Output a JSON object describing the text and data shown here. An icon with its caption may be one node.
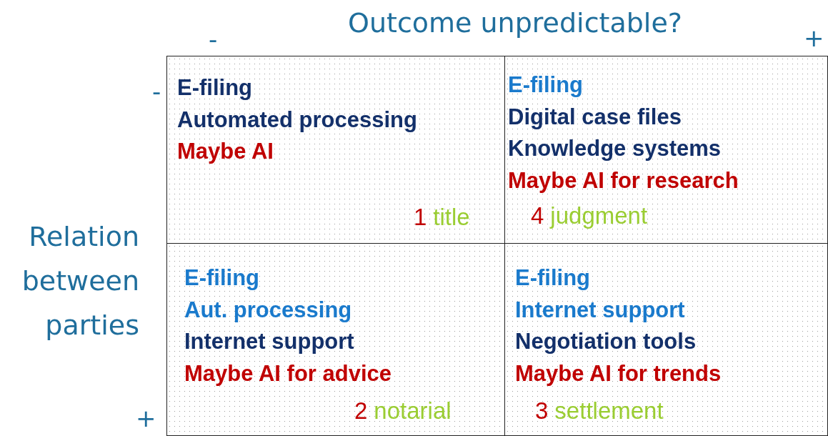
{
  "diagram": {
    "nodes": [
      {
        "text": [
          "E-filing",
          "Automated processing",
          "Maybe AI",
          "1",
          "title"
        ]
      },
      {
        "text": [
          "E-filing",
          "Digital case files",
          "Knowledge systems",
          "Maybe AI for research",
          "4",
          "judgment"
        ]
      },
      {
        "text": [
          "E-filing",
          "Aut. processing",
          "Internet support",
          "Maybe AI for advice",
          "2",
          "notarial"
        ]
      },
      {
        "text": [
          "E-filing",
          "Internet support",
          "Negotiation tools",
          "Maybe AI for trends",
          "3",
          "settlement"
        ]
      }
    ],
    "labels": [
      "Outcome unpredictable?",
      "-",
      "+",
      "-",
      "Relation between parties",
      "+"
    ]
  }
}
